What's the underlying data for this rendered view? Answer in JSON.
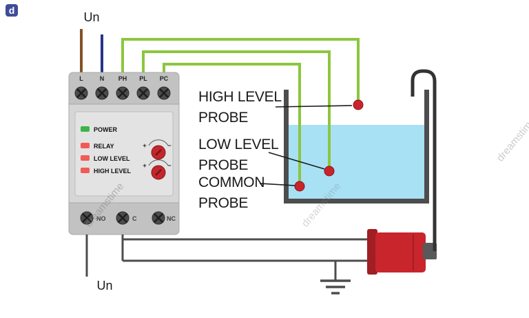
{
  "supply": {
    "top_label": "Un",
    "bottom_label": "Un"
  },
  "device": {
    "top_terminals": [
      "L",
      "N",
      "PH",
      "PL",
      "PC"
    ],
    "bottom_terminals": [
      "NO",
      "C",
      "NC"
    ],
    "leds": [
      {
        "label": "POWER"
      },
      {
        "label": "RELAY"
      },
      {
        "label": "LOW LEVEL"
      },
      {
        "label": "HIGH LEVEL"
      }
    ],
    "knob_plus": "+",
    "knob_minus": "−"
  },
  "probe_labels": {
    "high": [
      "HIGH LEVEL",
      "PROBE"
    ],
    "low": [
      "LOW LEVEL",
      "PROBE"
    ],
    "common": [
      "COMMON",
      "PROBE"
    ]
  },
  "watermark": {
    "text": "dreamstime",
    "logo_letter": "d"
  },
  "colors": {
    "wire_green": "#8CC63E",
    "wire_brown": "#855325",
    "wire_blue": "#27348B",
    "wire_dark": "#4D4D4D",
    "water_blue": "#A8E1F4",
    "probe_red": "#C9242B",
    "pump_red": "#C9252C",
    "pump_red_dark": "#A01E24",
    "knob_red": "#C1272D",
    "led_green": "#3DB54A",
    "led_red": "#F15B57",
    "pipe_dark": "#333333"
  }
}
